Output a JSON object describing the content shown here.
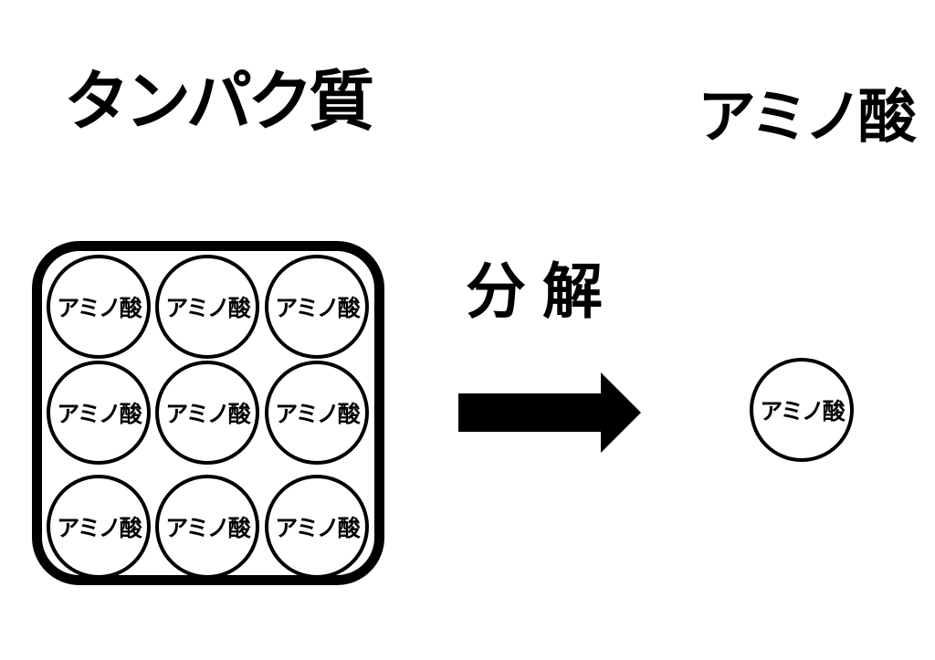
{
  "colors": {
    "ink": "#000000",
    "background": "#ffffff"
  },
  "left_section": {
    "title": "タンパク質"
  },
  "right_section": {
    "title": "アミノ酸"
  },
  "process": {
    "label": "分解",
    "arrow_icon": "right-arrow"
  },
  "protein_box": {
    "units": [
      "アミノ酸",
      "アミノ酸",
      "アミノ酸",
      "アミノ酸",
      "アミノ酸",
      "アミノ酸",
      "アミノ酸",
      "アミノ酸",
      "アミノ酸"
    ]
  },
  "product": {
    "label": "アミノ酸"
  }
}
